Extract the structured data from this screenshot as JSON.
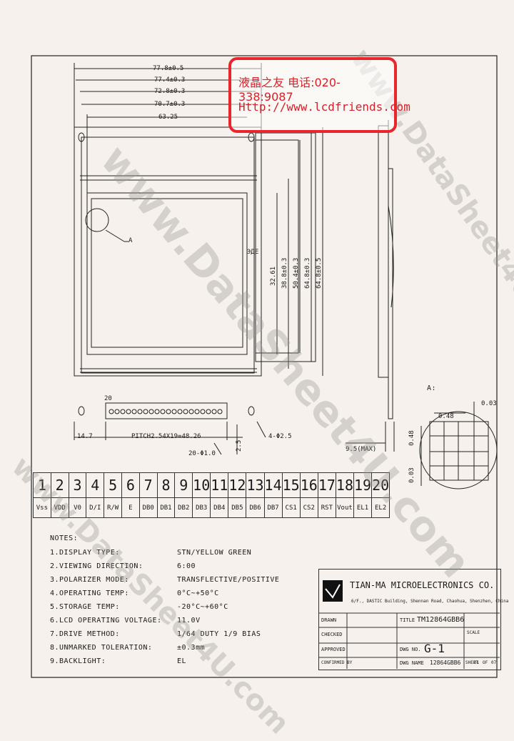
{
  "stamp": {
    "line1": "液晶之友 电话:020-338:9087",
    "line2": "Http://www.lcdfriends.com"
  },
  "watermark": {
    "text": "www.DataSheet4U.com",
    "text_small": "www.DataSheet4U.com"
  },
  "dimensions": {
    "top": [
      "77.8±0.5",
      "77.4±0.3",
      "72.8±0.3",
      "70.7±0.3",
      "63.25"
    ],
    "right": [
      "32.61",
      "38.8±0.3",
      "50.4±0.3",
      "64.8±0.3",
      "64.8±0.5"
    ],
    "pitch": "PITCH2.54X19=48.26",
    "left_offset": "14.7",
    "hole_dia": "4-Φ2.5",
    "pin_dia": "20-Φ1.0",
    "pin_len": "2.5",
    "thickness": "9.5(MAX)",
    "pin20": "20",
    "detail_a": "A",
    "detail_a_title": "A:",
    "detail_048": "0.48",
    "detail_003": "0.03",
    "detail_048v": "0.48",
    "detail_003v": "0.03",
    "label_dc": "ЭДЕ"
  },
  "pins": {
    "numbers": [
      "1",
      "2",
      "3",
      "4",
      "5",
      "6",
      "7",
      "8",
      "9",
      "10",
      "11",
      "12",
      "13",
      "14",
      "15",
      "16",
      "17",
      "18",
      "19",
      "20"
    ],
    "names": [
      "Vss",
      "VDD",
      "V0",
      "D/I",
      "R/W",
      "E",
      "DB0",
      "DB1",
      "DB2",
      "DB3",
      "DB4",
      "DB5",
      "DB6",
      "DB7",
      "CS1",
      "CS2",
      "RST",
      "Vout",
      "EL1",
      "EL2"
    ]
  },
  "notes": {
    "header": "NOTES:",
    "items": [
      {
        "label": "1.DISPLAY TYPE:",
        "value": "STN/YELLOW GREEN"
      },
      {
        "label": "2.VIEWING DIRECTION:",
        "value": "6:00"
      },
      {
        "label": "3.POLARIZER MODE:",
        "value": "TRANSFLECTIVE/POSITIVE"
      },
      {
        "label": "4.OPERATING TEMP:",
        "value": "0°C~+50°C"
      },
      {
        "label": "5.STORAGE TEMP:",
        "value": "-20°C~+60°C"
      },
      {
        "label": "6.LCD OPERATING VOLTAGE:",
        "value": "11.0V"
      },
      {
        "label": "7.DRIVE METHOD:",
        "value": "1/64 DUTY  1/9 BIAS"
      },
      {
        "label": "8.UNMARKED TOLERATION:",
        "value": "±0.3mm"
      },
      {
        "label": "9.BACKLIGHT:",
        "value": "EL"
      }
    ]
  },
  "title_block": {
    "company": "TIAN-MA MICROELECTRONICS CO.",
    "address": "6/F., DASTIC Building, Shennan Road, Chaohua, Shenzhen, China",
    "drawn": "DRAWN",
    "checked": "CHECKED",
    "approved": "APPROVED",
    "confirmed": "CONFIRMED BY",
    "title_label": "TITLE",
    "title": "TM12864GBB6",
    "scale_label": "SCALE",
    "dwg_label": "DWG NO.",
    "dwg_no": "G-1",
    "dwg_name_label": "DWG NAME",
    "dwg_name": "12864GBB6",
    "sheet_label": "SHEET",
    "sheet": "01",
    "of": "OF",
    "sheet_total": "07"
  }
}
